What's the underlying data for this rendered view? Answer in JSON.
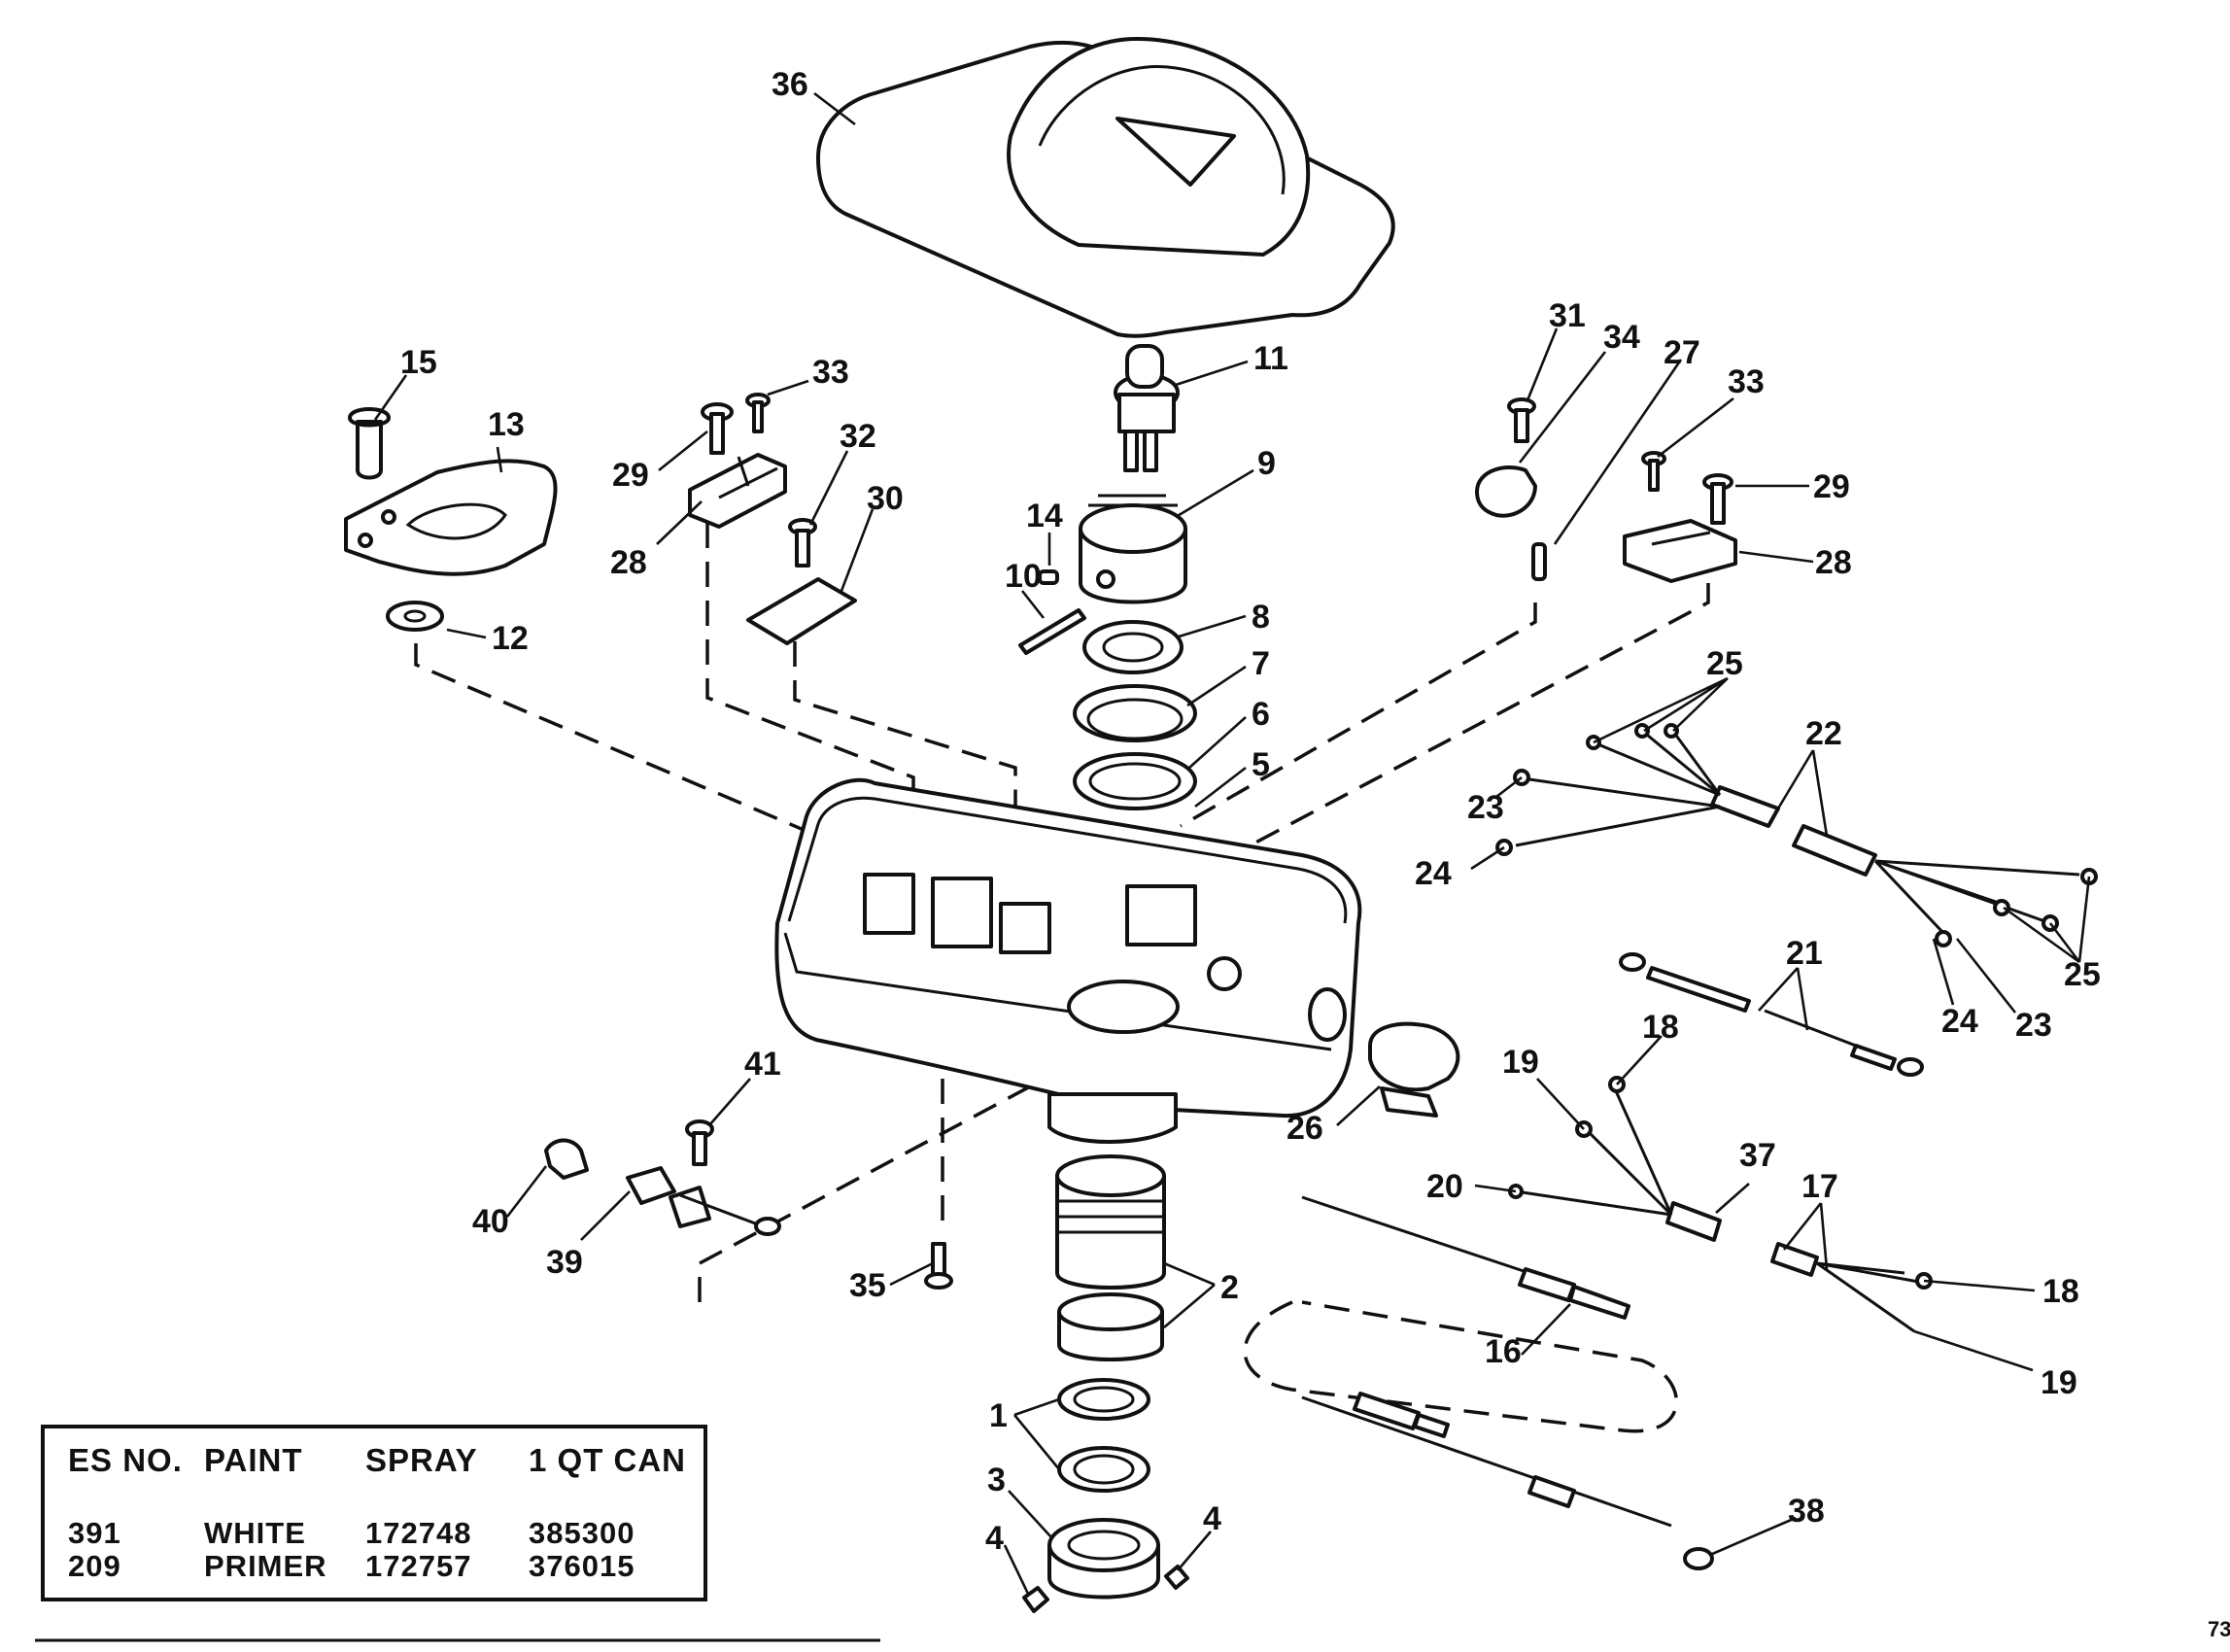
{
  "diagram": {
    "callouts": [
      "36",
      "11",
      "9",
      "14",
      "10",
      "8",
      "7",
      "6",
      "5",
      "15",
      "13",
      "12",
      "33",
      "29",
      "28",
      "32",
      "30",
      "31",
      "34",
      "27",
      "33",
      "29",
      "28",
      "25",
      "22",
      "23",
      "24",
      "25",
      "24",
      "23",
      "21",
      "18",
      "19",
      "37",
      "17",
      "20",
      "18",
      "19",
      "16",
      "2",
      "1",
      "3",
      "4",
      "4",
      "35",
      "41",
      "40",
      "39",
      "26",
      "38"
    ]
  },
  "paint_table": {
    "headers": [
      "ES NO.",
      "PAINT",
      "SPRAY",
      "1 QT CAN"
    ],
    "rows": [
      [
        "391",
        "WHITE",
        "172748",
        "385300"
      ],
      [
        "209",
        "PRIMER",
        "172757",
        "376015"
      ]
    ]
  },
  "page_number": "73"
}
